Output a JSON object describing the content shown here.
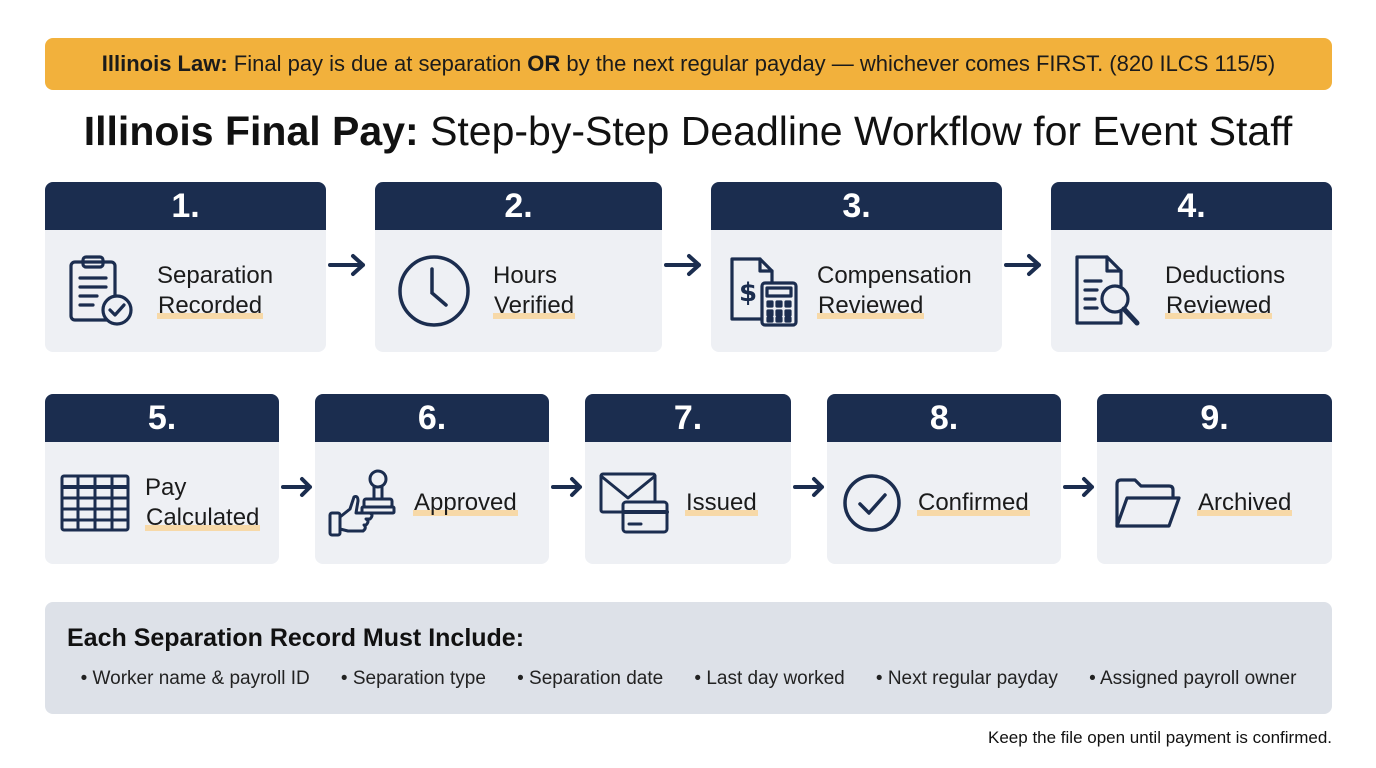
{
  "banner": {
    "label": "Illinois Law:",
    "text_a": " Final pay is due at separation ",
    "emphasis": "OR",
    "text_b": " by the next regular payday — whichever comes FIRST. (820 ILCS 115/5)"
  },
  "title": {
    "bold": "Illinois Final Pay:",
    "rest": " Step-by-Step Deadline Workflow for Event Staff"
  },
  "steps": [
    {
      "num": "1.",
      "line1": "Separation",
      "line2": "Recorded",
      "icon": "clipboard-check-icon"
    },
    {
      "num": "2.",
      "line1": "Hours",
      "line2": "Verified",
      "icon": "clock-icon"
    },
    {
      "num": "3.",
      "line1": "Compensation",
      "line2": "Reviewed",
      "icon": "document-calculator-icon"
    },
    {
      "num": "4.",
      "line1": "Deductions",
      "line2": "Reviewed",
      "icon": "document-search-icon"
    },
    {
      "num": "5.",
      "line1": "Pay",
      "line2": "Calculated",
      "icon": "spreadsheet-icon"
    },
    {
      "num": "6.",
      "line1": "",
      "line2": "Approved",
      "icon": "stamp-thumbs-up-icon"
    },
    {
      "num": "7.",
      "line1": "",
      "line2": "Issued",
      "icon": "envelope-card-icon"
    },
    {
      "num": "8.",
      "line1": "",
      "line2": "Confirmed",
      "icon": "check-circle-icon"
    },
    {
      "num": "9.",
      "line1": "",
      "line2": "Archived",
      "icon": "folder-icon"
    }
  ],
  "record_panel": {
    "heading": "Each Separation Record Must Include:",
    "items": [
      "Worker name & payroll ID",
      "Separation type",
      "Separation date",
      "Last day worked",
      "Next regular payday",
      "Assigned payroll owner"
    ]
  },
  "footer": "Keep the file open until payment is confirmed.",
  "colors": {
    "navy": "#1b2d4f",
    "banner": "#f2b13c",
    "card": "#eef0f4",
    "highlight": "#f7d9a8",
    "panel": "#dde1e8"
  }
}
